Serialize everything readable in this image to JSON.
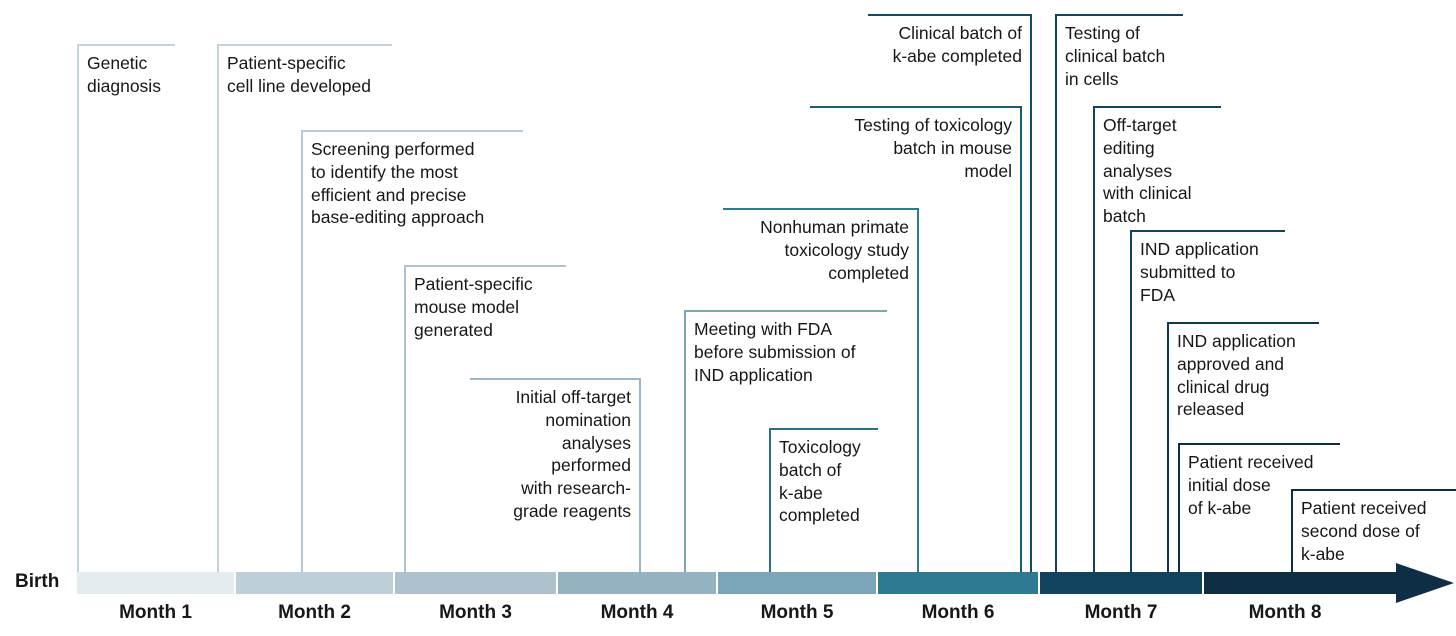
{
  "figure": {
    "type": "timeline",
    "axis_start_label": "Birth",
    "axis_units": "months"
  },
  "axis": {
    "birth_label": "Birth",
    "months": [
      {
        "label": "Month 1",
        "color": "#e4ecef"
      },
      {
        "label": "Month 2",
        "color": "#bdcfd8"
      },
      {
        "label": "Month 3",
        "color": "#adc2cd"
      },
      {
        "label": "Month 4",
        "color": "#94b2c2"
      },
      {
        "label": "Month 5",
        "color": "#7ba5b8"
      },
      {
        "label": "Month 6",
        "color": "#2f7a93"
      },
      {
        "label": "Month 7",
        "color": "#10445e"
      },
      {
        "label": "Month 8",
        "color": "#0d2e44"
      }
    ],
    "arrow_color": "#0d2e44"
  },
  "milestones": [
    {
      "id": "genetic-diagnosis",
      "text": "Genetic\ndiagnosis",
      "month": "Month 1",
      "align": "left",
      "color": "#c3d3dc"
    },
    {
      "id": "patient-specific-cell-line",
      "text": "Patient-specific\ncell line developed",
      "month": "Month 2",
      "align": "left",
      "color": "#c3d3dc"
    },
    {
      "id": "screening-performed",
      "text": "Screening performed\nto identify the most\nefficient and precise\nbase-editing approach",
      "month": "Month 2",
      "align": "left",
      "color": "#b7cad5"
    },
    {
      "id": "patient-specific-mouse-model",
      "text": "Patient-specific\nmouse model\ngenerated",
      "month": "Month 3",
      "align": "left",
      "color": "#aec3d0"
    },
    {
      "id": "initial-off-target-nomination",
      "text": "Initial off-target\nnomination\nanalyses\nperformed\nwith research-\ngrade reagents",
      "month": "Month 3",
      "align": "right",
      "color": "#9bb6c6"
    },
    {
      "id": "meeting-with-fda",
      "text": "Meeting with FDA\nbefore submission of\nIND application",
      "month": "Month 5",
      "align": "left",
      "color": "#7ba5b8"
    },
    {
      "id": "nonhuman-primate-toxicology",
      "text": "Nonhuman primate\ntoxicology study\ncompleted",
      "month": "Month 5",
      "align": "right",
      "color": "#2f7a93"
    },
    {
      "id": "toxicology-batch-completed",
      "text": "Toxicology\nbatch of\nk-abe\ncompleted",
      "month": "Month 5",
      "align": "left",
      "color": "#2b6f88"
    },
    {
      "id": "testing-toxicology-batch-mouse",
      "text": "Testing of toxicology\nbatch in mouse\nmodel",
      "month": "Month 6",
      "align": "right",
      "color": "#1d5a74"
    },
    {
      "id": "clinical-batch-completed",
      "text": "Clinical batch of\nk-abe completed",
      "month": "Month 6",
      "align": "right",
      "color": "#134a64"
    },
    {
      "id": "testing-clinical-batch-cells",
      "text": "Testing of\nclinical batch\nin cells",
      "month": "Month 7",
      "align": "left",
      "color": "#10445e"
    },
    {
      "id": "off-target-editing-analyses",
      "text": "Off-target\nediting analyses\nwith clinical\nbatch",
      "month": "Month 7",
      "align": "left",
      "color": "#10445e"
    },
    {
      "id": "ind-application-submitted",
      "text": "IND application\nsubmitted to\nFDA",
      "month": "Month 7",
      "align": "left",
      "color": "#10445e"
    },
    {
      "id": "ind-application-approved",
      "text": "IND application\napproved and\nclinical drug\nreleased",
      "month": "Month 7",
      "align": "left",
      "color": "#0d3a52"
    },
    {
      "id": "patient-received-initial-dose",
      "text": "Patient received\ninitial dose\nof k-abe",
      "month": "Month 8",
      "align": "left",
      "color": "#0d2e44"
    },
    {
      "id": "patient-received-second-dose",
      "text": "Patient received\nsecond dose of\nk-abe",
      "month": "Month 8",
      "align": "left",
      "color": "#0d2e44"
    }
  ]
}
